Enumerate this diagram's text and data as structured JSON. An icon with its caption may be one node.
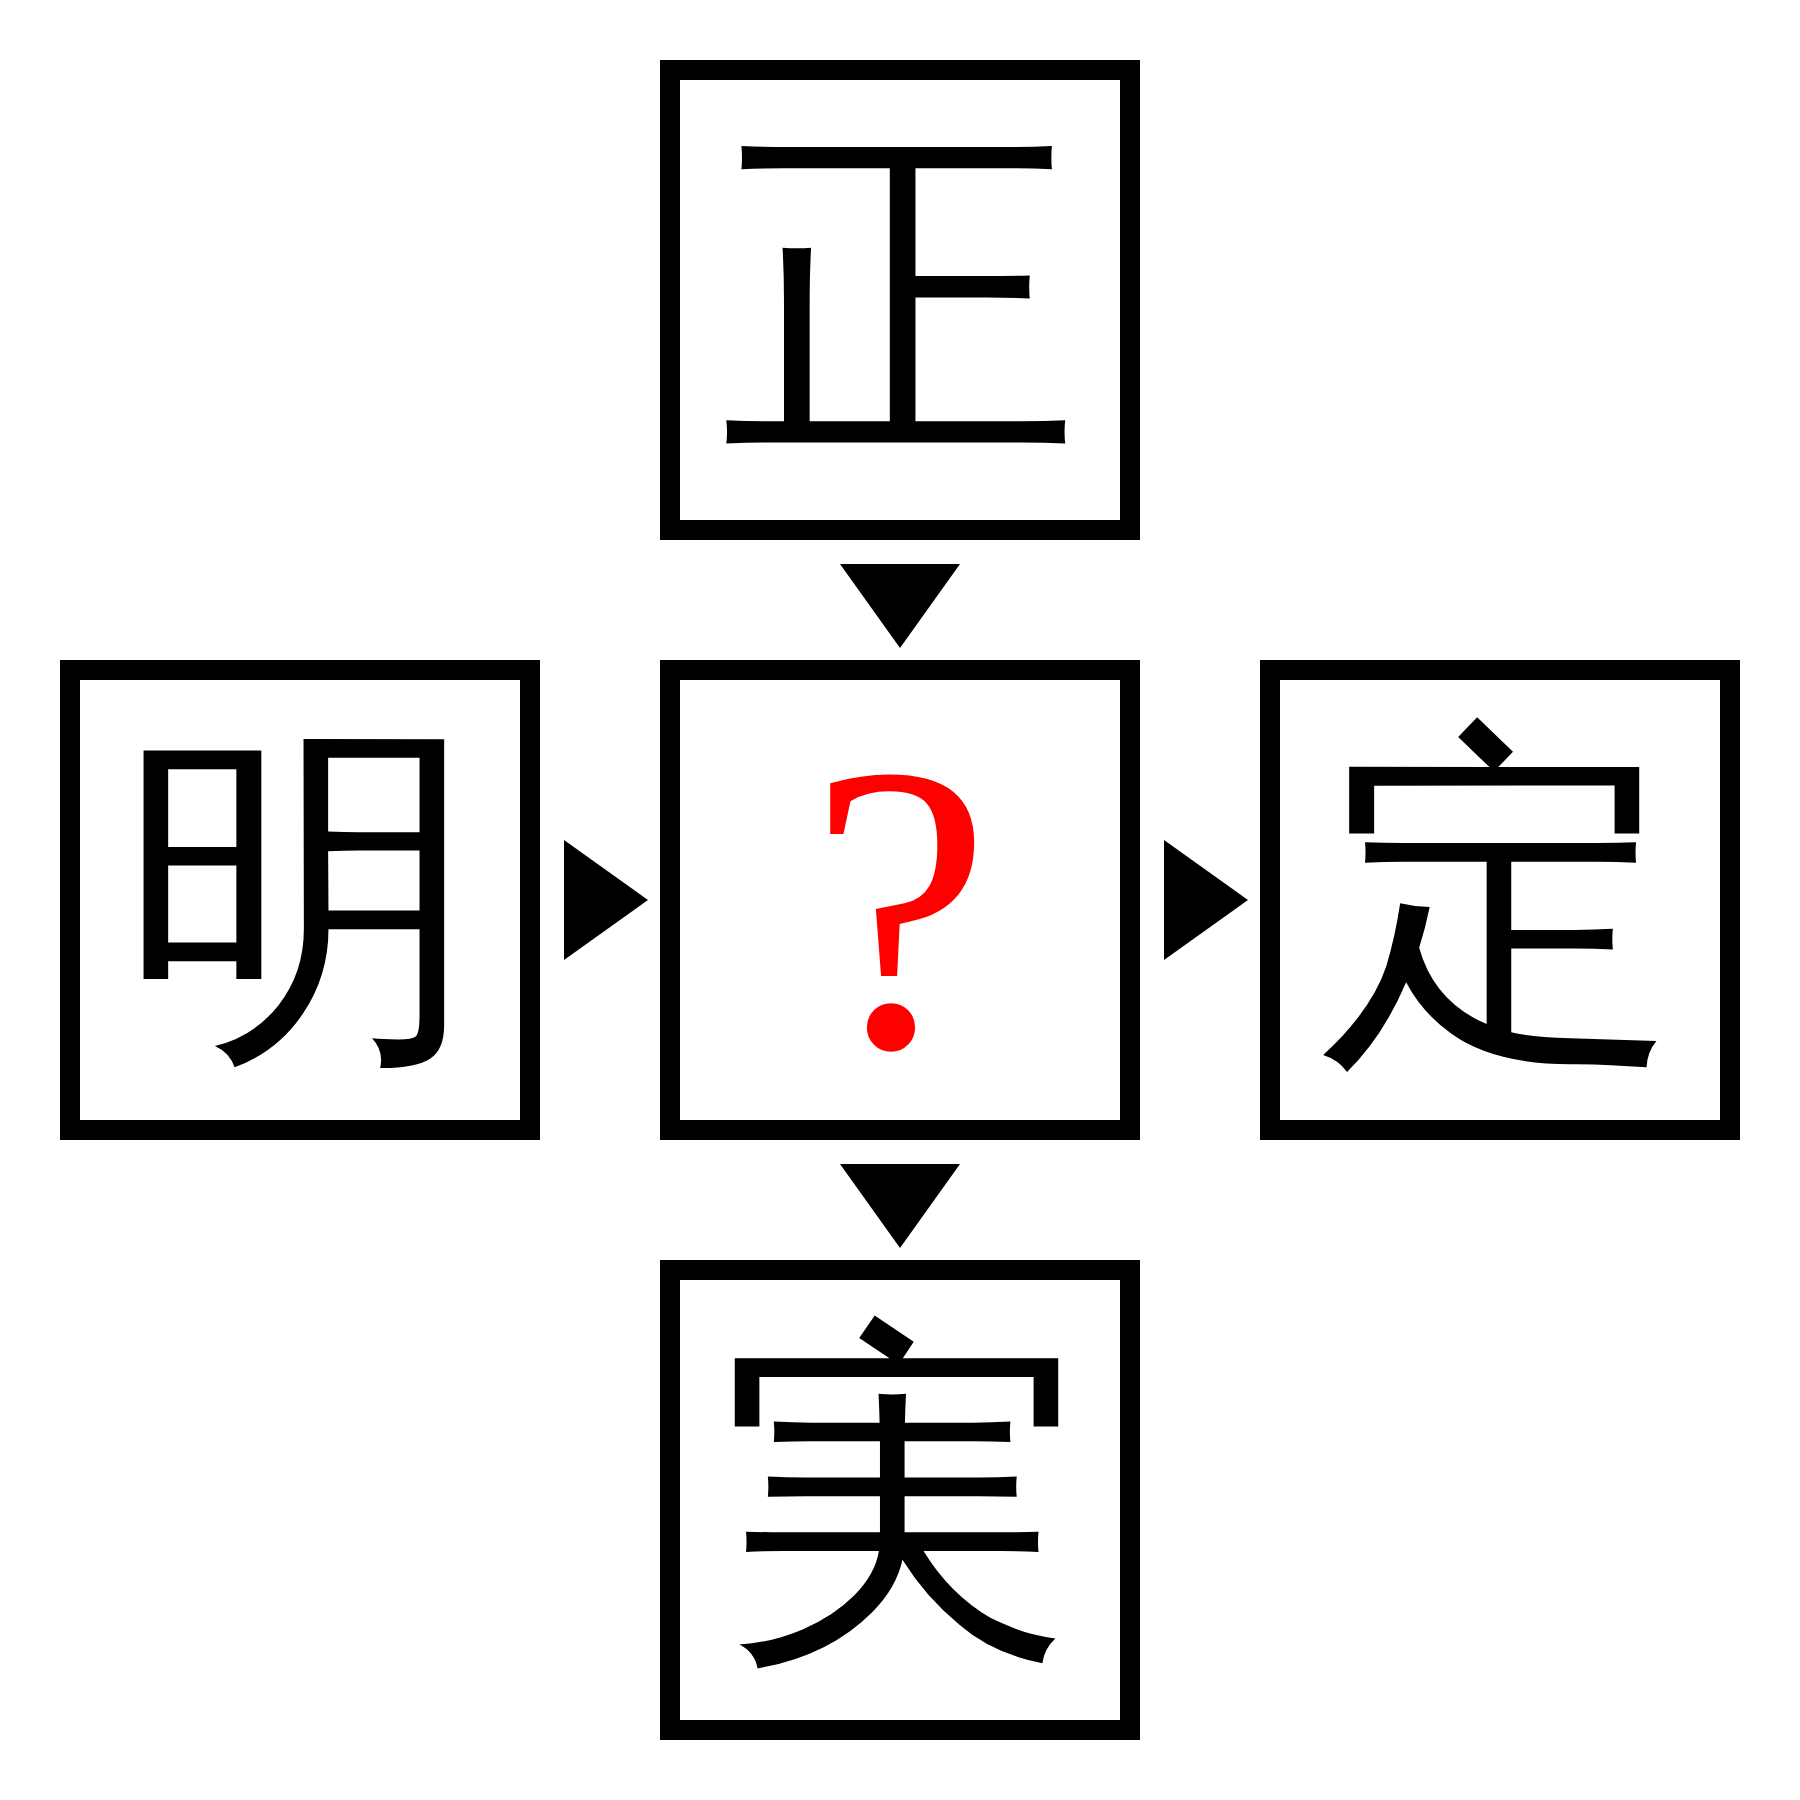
{
  "diagram": {
    "nodes": [
      {
        "text": [
          "正"
        ]
      },
      {
        "text": [
          "明"
        ]
      },
      {
        "text": [
          "?"
        ]
      },
      {
        "text": [
          "定"
        ]
      },
      {
        "text": [
          "実"
        ]
      }
    ],
    "edges": [
      {
        "from": 0,
        "to": 2,
        "arrow": "to"
      },
      {
        "from": 1,
        "to": 2,
        "arrow": "to"
      },
      {
        "from": 2,
        "to": 3,
        "arrow": "to"
      },
      {
        "from": 2,
        "to": 4,
        "arrow": "to"
      }
    ]
  }
}
